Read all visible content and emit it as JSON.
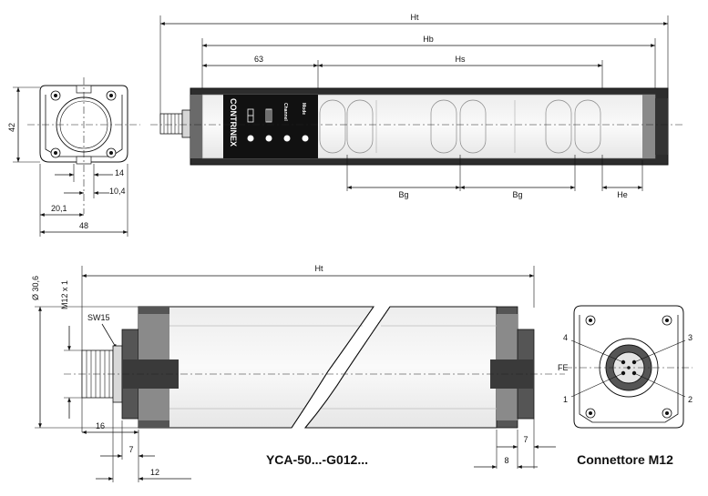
{
  "top_view": {
    "ht": "Ht",
    "hb": "Hb",
    "d63": "63",
    "hs": "Hs",
    "bg1": "Bg",
    "bg2": "Bg",
    "he": "He",
    "brand": "CONTRINEX",
    "label_channel": "Channel",
    "label_mode": "Mode"
  },
  "end_view": {
    "d42": "42",
    "d14": "14",
    "d10_4": "10,4",
    "d20_1": "20,1",
    "d48": "48"
  },
  "side_view": {
    "ht": "Ht",
    "dia": "Ø 30,6",
    "m12": "M12 x 1",
    "sw": "SW15",
    "fe": "FE",
    "d16": "16",
    "d7a": "7",
    "d12": "12",
    "d7b": "7",
    "d8": "8",
    "model": "YCA-50...-G012..."
  },
  "connector": {
    "title": "Connettore M12",
    "pin1": "1",
    "pin2": "2",
    "pin3": "3",
    "pin4": "4"
  }
}
